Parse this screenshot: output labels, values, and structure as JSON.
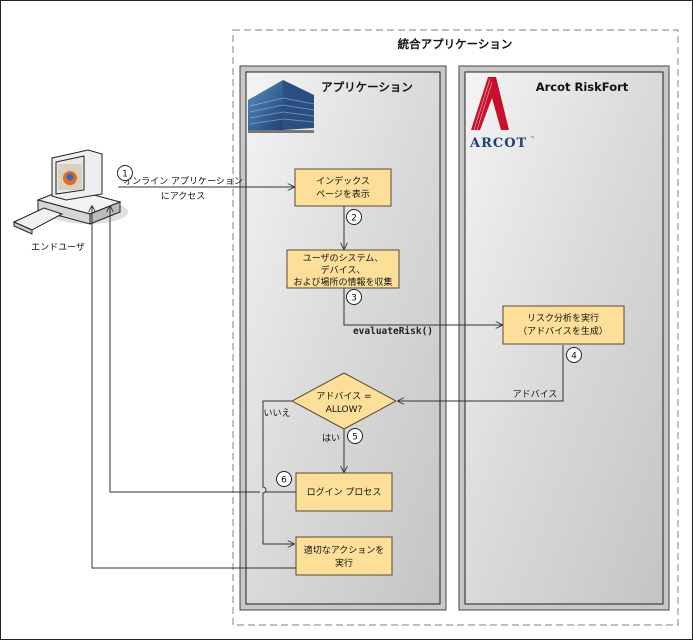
{
  "diagram": {
    "outer_title": "統合アプリケーション",
    "lanes": [
      {
        "title": "アプリケーション",
        "icon": "office-building-icon"
      },
      {
        "title": "Arcot RiskFort",
        "icon": "arcot-logo-icon",
        "logo_text": "ARCOT",
        "logo_tm": "™"
      }
    ],
    "actor": {
      "label": "エンドユーザ",
      "icon": "desktop-computer-icon"
    },
    "nodes": {
      "index_page": [
        "インデックス",
        "ページを表示"
      ],
      "collect_info": [
        "ユーザのシステム、",
        "デバイス、",
        "および場所の情報を収集"
      ],
      "risk_analysis": [
        "リスク分析を実行",
        "（アドバイスを生成）"
      ],
      "decision": [
        "アドバイス =",
        "ALLOW?"
      ],
      "login": [
        "ログイン プロセス"
      ],
      "action": [
        "適切なアクションを",
        "実行"
      ]
    },
    "edges": {
      "access": [
        "オンライン アプリケーション",
        "にアクセス"
      ],
      "evaluate": "evaluateRisk()",
      "advice": "アドバイス",
      "yes": "はい",
      "no": "いいえ"
    },
    "steps": [
      "1",
      "2",
      "3",
      "4",
      "5",
      "6"
    ],
    "colors": {
      "node_fill": "#fddf99",
      "node_border": "#5a4a30",
      "lane_fill": "#d8d8d8",
      "arcot_red": "#c8102e",
      "arcot_blue": "#1f3f7a"
    }
  }
}
